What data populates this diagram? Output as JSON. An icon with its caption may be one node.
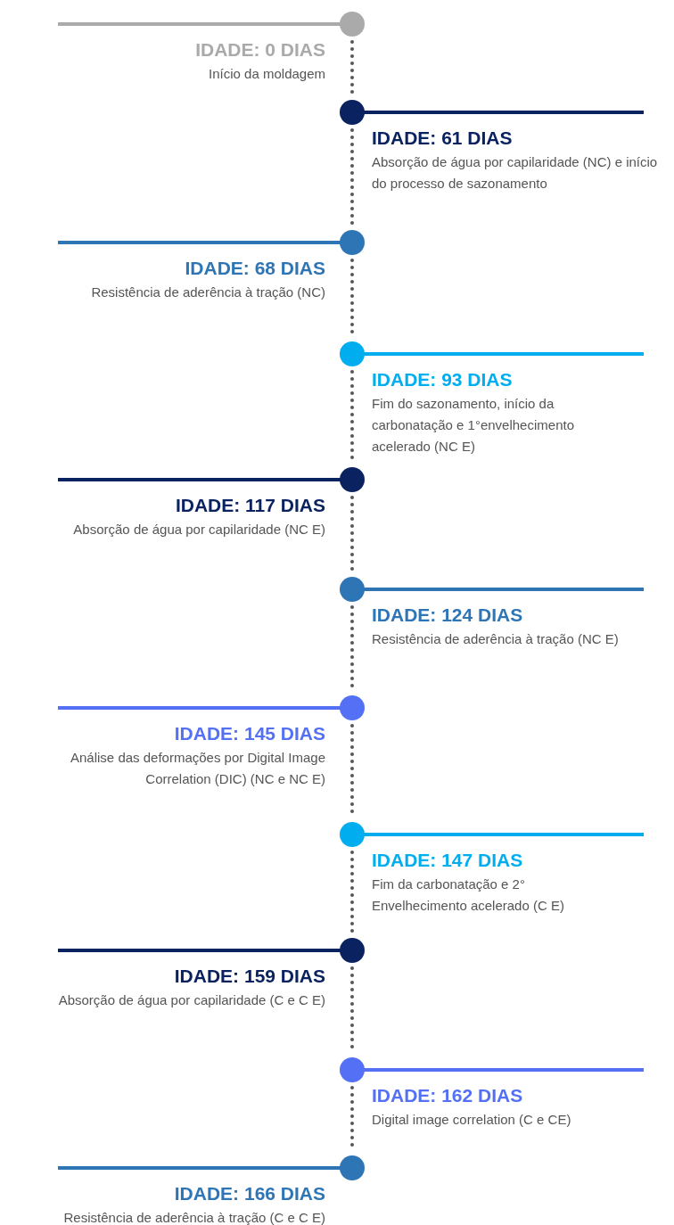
{
  "diagram": {
    "nodes": [
      {
        "text": [],
        "shape": "circle",
        "beside": [
          "IDADE: 0 DIAS",
          "Início da moldagem"
        ]
      },
      {
        "text": [],
        "shape": "circle",
        "beside": [
          "IDADE: 61 DIAS",
          "Absorção de água por capilaridade (NC) e início do processo de sazonamento"
        ]
      },
      {
        "text": [],
        "shape": "circle",
        "beside": [
          "IDADE: 68 DIAS",
          "Resistência de aderência à tração (NC)"
        ]
      },
      {
        "text": [],
        "shape": "circle",
        "beside": [
          "IDADE: 93 DIAS",
          "Fim do sazonamento, início da carbonatação e 1°envelhecimento acelerado (NC E)"
        ]
      },
      {
        "text": [],
        "shape": "circle",
        "beside": [
          "IDADE: 117 DIAS",
          "Absorção de água por capilaridade (NC E)"
        ]
      },
      {
        "text": [],
        "shape": "circle",
        "beside": [
          "IDADE: 124 DIAS",
          "Resistência de aderência à tração (NC E)"
        ]
      },
      {
        "text": [],
        "shape": "circle",
        "beside": [
          "IDADE: 145 DIAS",
          "Análise das deformações por Digital Image Correlation (DIC) (NC e NC E)"
        ]
      },
      {
        "text": [],
        "shape": "circle",
        "beside": [
          "IDADE: 147 DIAS",
          "Fim da carbonatação e 2° Envelhecimento acelerado (C E)"
        ]
      },
      {
        "text": [],
        "shape": "circle",
        "beside": [
          "IDADE: 159 DIAS",
          "Absorção de água por capilaridade (C e C E)"
        ]
      },
      {
        "text": [],
        "shape": "circle",
        "beside": [
          "IDADE: 162 DIAS",
          "Digital image correlation (C e CE)"
        ]
      },
      {
        "text": [],
        "shape": "circle",
        "beside": [
          "IDADE: 166 DIAS",
          "Resistência de aderência à tração (C e C E)"
        ]
      }
    ],
    "edges": [
      {
        "from": 0,
        "to": 1,
        "arrow": "none",
        "style": "dashed"
      },
      {
        "from": 1,
        "to": 2,
        "arrow": "none",
        "style": "dashed"
      },
      {
        "from": 2,
        "to": 3,
        "arrow": "none",
        "style": "dashed"
      },
      {
        "from": 3,
        "to": 4,
        "arrow": "none",
        "style": "dashed"
      },
      {
        "from": 4,
        "to": 5,
        "arrow": "none",
        "style": "dashed"
      },
      {
        "from": 5,
        "to": 6,
        "arrow": "none",
        "style": "dashed"
      },
      {
        "from": 6,
        "to": 7,
        "arrow": "none",
        "style": "dashed"
      },
      {
        "from": 7,
        "to": 8,
        "arrow": "none",
        "style": "dashed"
      },
      {
        "from": 8,
        "to": 9,
        "arrow": "none",
        "style": "dashed"
      },
      {
        "from": 9,
        "to": 10,
        "arrow": "none",
        "style": "dashed"
      }
    ]
  }
}
